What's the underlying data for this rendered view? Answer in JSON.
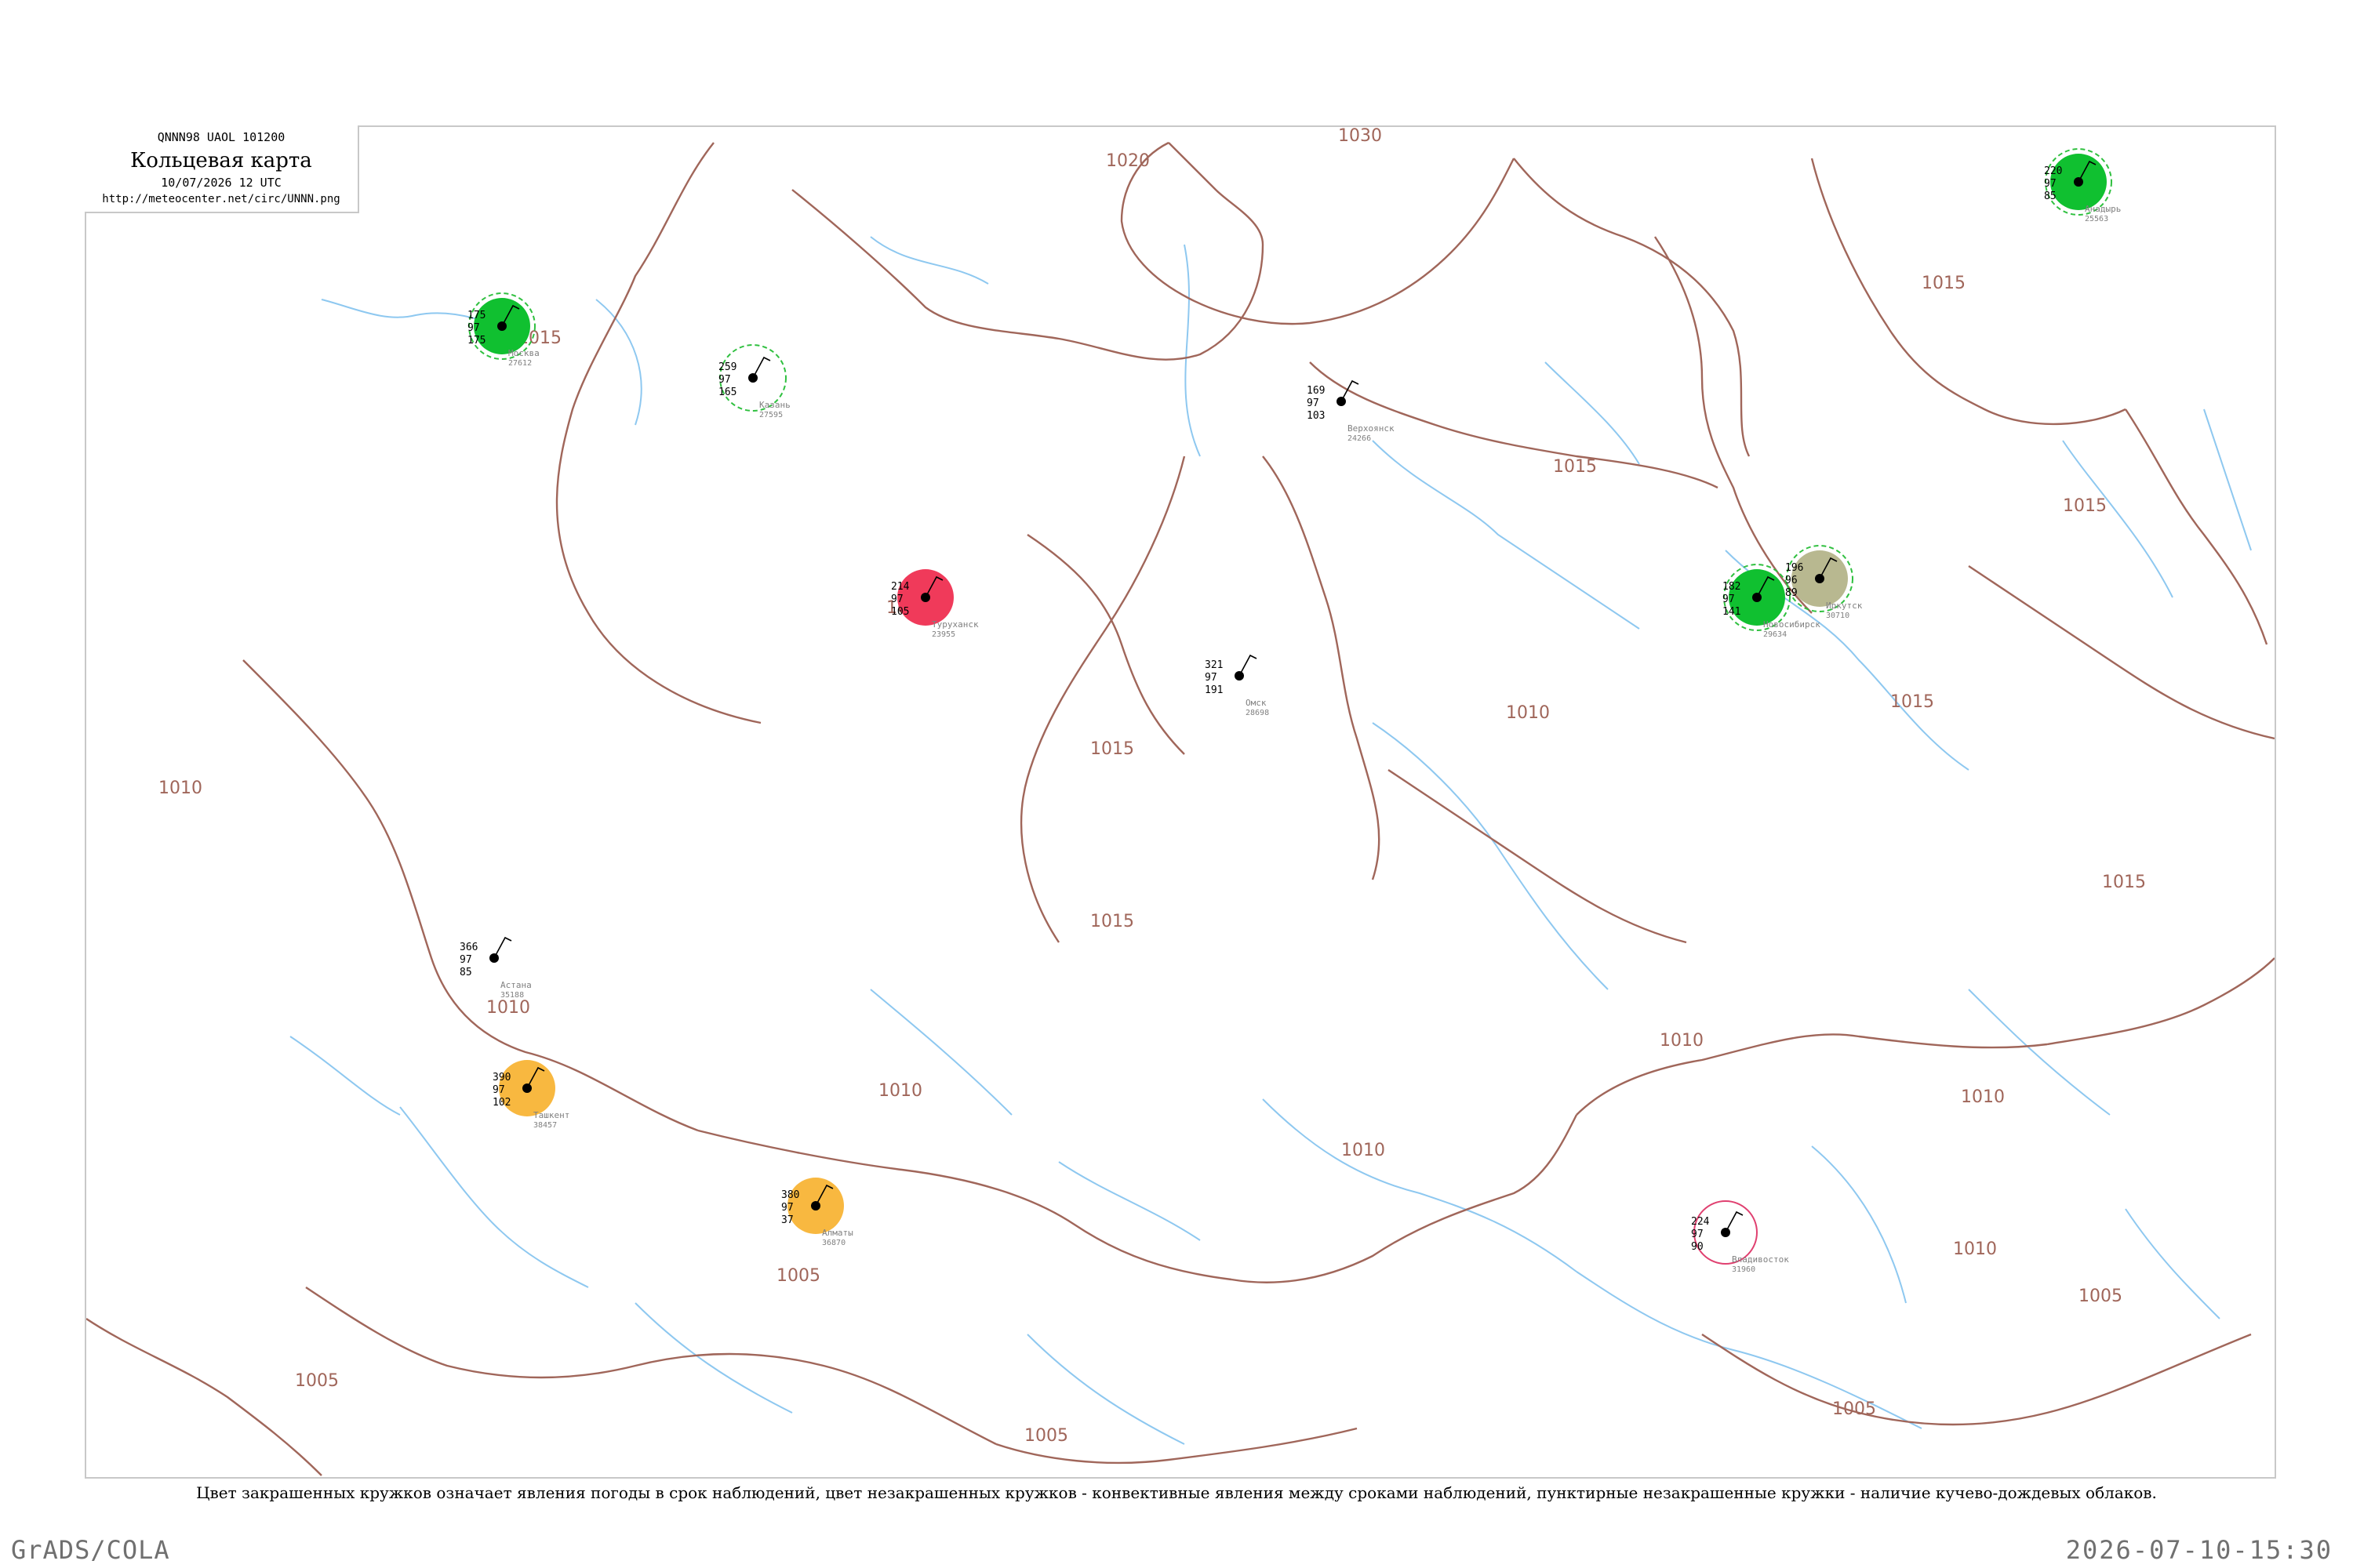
{
  "header": {
    "codes": "QNNN98  UAOL  101200",
    "title": "Кольцевая карта",
    "time": "10/07/2026 12 UTC",
    "url": "http://meteocenter.net/circ/UNNN.png"
  },
  "caption": "Цвет закрашенных кружков означает явления погоды в срок наблюдений, цвет незакрашенных кружков - конвективные явления между сроками наблюдений, пунктирные незакрашенные кружки - наличие кучево-дождевых облаков.",
  "footer": {
    "left": "GrADS/COLA",
    "right": "2026-07-10-15:30"
  },
  "colors": {
    "isobar": "#a0665a",
    "river": "#8ec8f0",
    "fill_rain": "#10c030",
    "fill_thunder": "#f03a5a",
    "fill_dust": "#f8b840",
    "fill_haze": "#b8b890",
    "cb_ring": "#30c040",
    "conv_ring": "#e04070"
  },
  "isobar_labels": [
    "1020",
    "1030",
    "1015",
    "1015",
    "1015",
    "1015",
    "1015",
    "1015",
    "1015",
    "1015",
    "1015",
    "1010",
    "1010",
    "1010",
    "1010",
    "1010",
    "1010",
    "1010",
    "1010",
    "1005",
    "1005",
    "1005",
    "1005",
    "1005"
  ],
  "stations": [
    {
      "id": "27612",
      "name": "Москва",
      "t": "175",
      "p": "97",
      "v": "175",
      "fill": "rain",
      "cb": true
    },
    {
      "id": "27595",
      "name": "Казань",
      "t": "259",
      "p": "97",
      "v": "165",
      "fill": "none",
      "cb": true
    },
    {
      "id": "28698",
      "name": "Омск",
      "t": "321",
      "p": "97",
      "v": "191",
      "fill": "none",
      "cb": false
    },
    {
      "id": "29634",
      "name": "Новосибирск",
      "t": "182",
      "p": "97",
      "v": "141",
      "fill": "rain",
      "cb": true
    },
    {
      "id": "30710",
      "name": "Иркутск",
      "t": "196",
      "p": "96",
      "v": "89",
      "fill": "haze",
      "cb": true
    },
    {
      "id": "31960",
      "name": "Владивосток",
      "t": "224",
      "p": "97",
      "v": "90",
      "fill": "none",
      "conv": true
    },
    {
      "id": "35188",
      "name": "Астана",
      "t": "366",
      "p": "97",
      "v": "85",
      "fill": "none",
      "cb": false
    },
    {
      "id": "38457",
      "name": "Ташкент",
      "t": "390",
      "p": "97",
      "v": "102",
      "fill": "dust",
      "cb": false
    },
    {
      "id": "36870",
      "name": "Алматы",
      "t": "380",
      "p": "97",
      "v": "37",
      "fill": "dust",
      "cb": false
    },
    {
      "id": "23955",
      "name": "Туруханск",
      "t": "214",
      "p": "97",
      "v": "105",
      "fill": "thunder",
      "cb": false
    },
    {
      "id": "24266",
      "name": "Верхоянск",
      "t": "169",
      "p": "97",
      "v": "103",
      "fill": "none",
      "cb": false
    },
    {
      "id": "25563",
      "name": "Анадырь",
      "t": "220",
      "p": "97",
      "v": "85",
      "fill": "rain",
      "cb": true
    }
  ]
}
